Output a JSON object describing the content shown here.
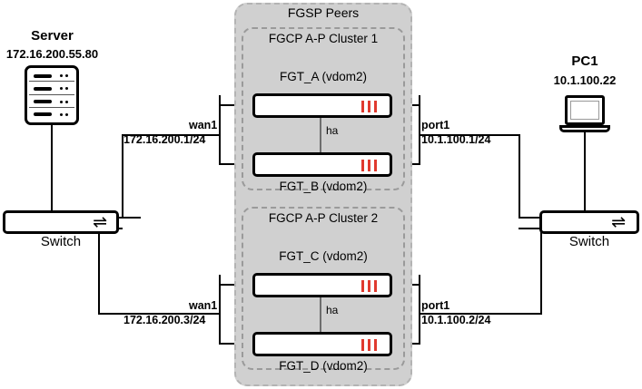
{
  "diagram": {
    "title": "FGSP Peers",
    "fgsp": {
      "label": "FGSP Peers"
    },
    "clusters": [
      {
        "label": "FGCP A-P Cluster 1",
        "ha_label": "ha",
        "devices": [
          {
            "label": "FGT_A (vdom2)"
          },
          {
            "label": "FGT_B (vdom2)"
          }
        ]
      },
      {
        "label": "FGCP A-P Cluster 2",
        "ha_label": "ha",
        "devices": [
          {
            "label": "FGT_C (vdom2)"
          },
          {
            "label": "FGT_D (vdom2)"
          }
        ]
      }
    ],
    "server": {
      "name": "Server",
      "ip": "172.16.200.55.80",
      "icon": "server-icon"
    },
    "pc": {
      "name": "PC1",
      "ip": "10.1.100.22",
      "icon": "laptop-icon"
    },
    "switches": [
      {
        "name": "Switch",
        "glyph": "⇌",
        "icon": "switch-icon"
      },
      {
        "name": "Switch",
        "glyph": "⇌",
        "icon": "switch-icon"
      }
    ],
    "interfaces": [
      {
        "name": "wan1",
        "ip": "172.16.200.1/24",
        "side": "left",
        "cluster": 1
      },
      {
        "name": "port1",
        "ip": "10.1.100.1/24",
        "side": "right",
        "cluster": 1
      },
      {
        "name": "wan1",
        "ip": "172.16.200.3/24",
        "side": "left",
        "cluster": 2
      },
      {
        "name": "port1",
        "ip": "10.1.100.2/24",
        "side": "right",
        "cluster": 2
      }
    ],
    "colors": {
      "led_red": "#e03a2f",
      "fgsp_fill": "#d0d0d0",
      "wire": "#000000",
      "ha_link": "#6e6e6e"
    }
  }
}
